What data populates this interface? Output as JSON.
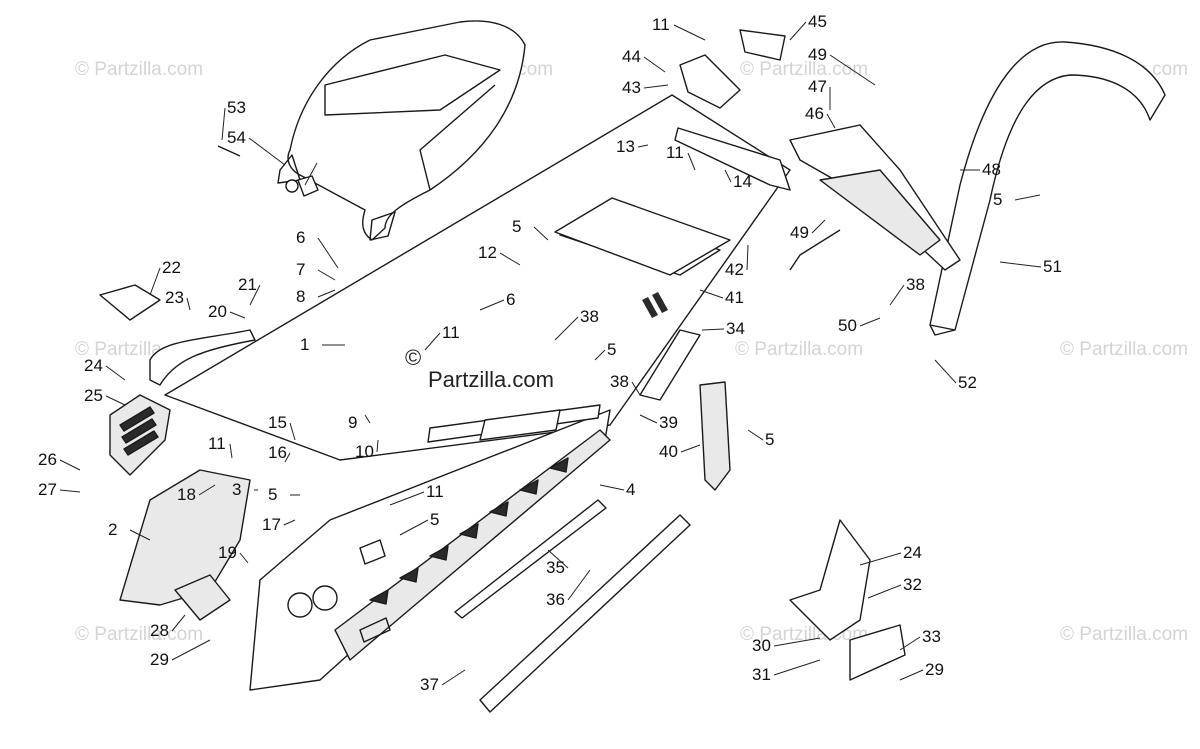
{
  "watermark": {
    "text": "© Partzilla.com",
    "center_text": "Partzilla.com",
    "center_symbol": "©"
  },
  "callouts": [
    "1",
    "2",
    "3",
    "4",
    "5",
    "6",
    "7",
    "8",
    "9",
    "10",
    "11",
    "12",
    "13",
    "14",
    "15",
    "16",
    "17",
    "18",
    "19",
    "20",
    "21",
    "22",
    "23",
    "24",
    "25",
    "26",
    "27",
    "28",
    "29",
    "30",
    "31",
    "32",
    "33",
    "34",
    "35",
    "36",
    "37",
    "38",
    "39",
    "40",
    "41",
    "42",
    "43",
    "44",
    "45",
    "46",
    "47",
    "48",
    "49",
    "50",
    "51",
    "52",
    "53",
    "54"
  ]
}
